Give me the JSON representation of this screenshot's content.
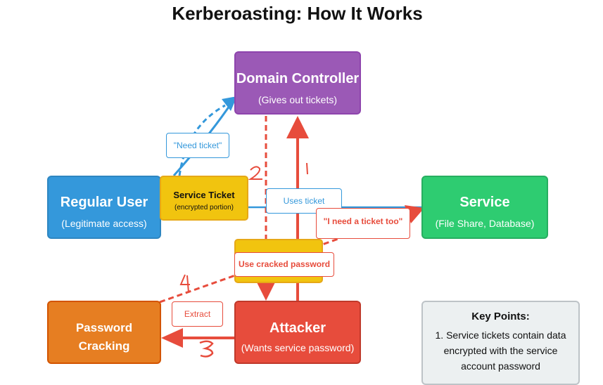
{
  "title": "Kerberoasting: How It Works",
  "nodes": {
    "domain_controller": {
      "title": "Domain Controller",
      "subtitle": "(Gives out tickets)"
    },
    "regular_user": {
      "title": "Regular User",
      "subtitle": "(Legitimate access)"
    },
    "service": {
      "title": "Service",
      "subtitle": "(File Share, Database)"
    },
    "attacker": {
      "title": "Attacker",
      "subtitle": "(Wants service password)"
    },
    "password_cracking": {
      "title": "Password\nCracking"
    }
  },
  "service_ticket": {
    "title": "Service Ticket",
    "subtitle": "(encrypted portion)"
  },
  "edge_labels": {
    "need_ticket": "\"Need ticket\"",
    "uses_ticket": "Uses ticket",
    "i_need_ticket_too": "\"I need a ticket too\"",
    "use_cracked_password": "Use cracked password",
    "extract": "Extract"
  },
  "handwritten_step_numbers": [
    "1",
    "2",
    "3",
    "4"
  ],
  "key_points": {
    "heading": "Key Points:",
    "items": [
      "1. Service tickets contain data encrypted with the service account password"
    ]
  },
  "colors": {
    "domain_controller": "#9b59b6",
    "regular_user": "#3498db",
    "service": "#2ecc71",
    "attacker": "#e74c3c",
    "password_cracking": "#e67e22",
    "ticket": "#f1c40f",
    "blue_arrow": "#3498db",
    "red_arrow": "#e74c3c"
  }
}
